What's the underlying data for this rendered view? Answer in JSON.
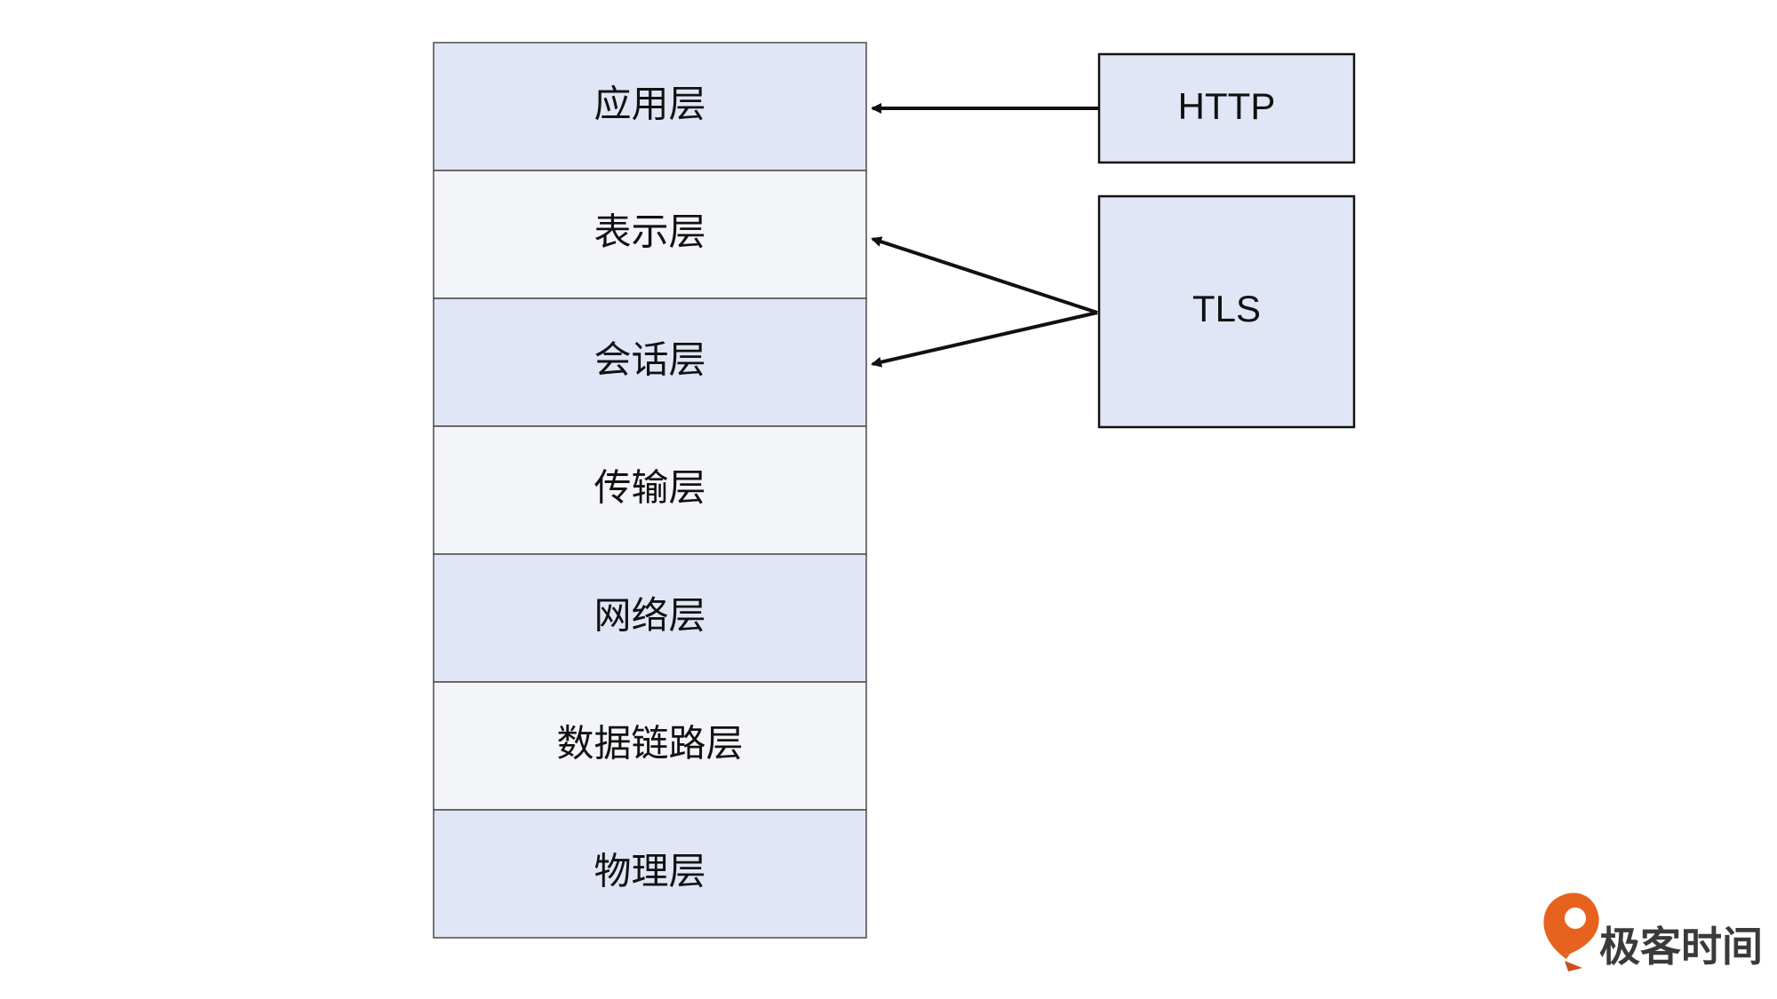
{
  "colors": {
    "layer_tint": "#e1e6f6",
    "layer_plain": "#f4f5f8",
    "protocol_box": "#e1e6f6",
    "stroke": "#111111",
    "logo_orange": "#e8621f"
  },
  "layers": [
    {
      "label": "应用层",
      "tint": true
    },
    {
      "label": "表示层",
      "tint": false
    },
    {
      "label": "会话层",
      "tint": true
    },
    {
      "label": "传输层",
      "tint": false
    },
    {
      "label": "网络层",
      "tint": true
    },
    {
      "label": "数据链路层",
      "tint": false
    },
    {
      "label": "物理层",
      "tint": true
    }
  ],
  "protocols": [
    {
      "label": "HTTP",
      "targets": [
        "应用层"
      ]
    },
    {
      "label": "TLS",
      "targets": [
        "表示层",
        "会话层"
      ]
    }
  ],
  "watermark": {
    "text": "极客时间",
    "icon": "geektime-logo-icon"
  }
}
